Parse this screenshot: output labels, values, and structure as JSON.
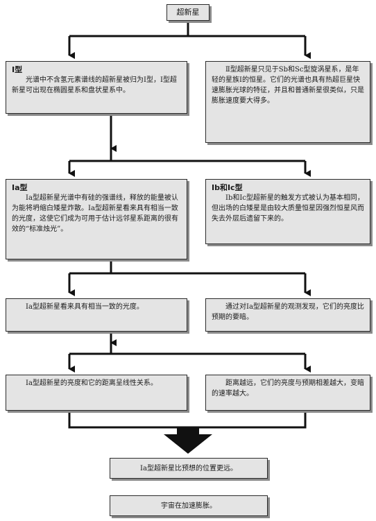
{
  "root": {
    "label": "超新星"
  },
  "type1": {
    "heading": "I型",
    "text": "光谱中不含氢元素谱线的超新星被归为Ⅰ型，Ⅰ型超新星可出现在椭圆星系和盘状星系中。"
  },
  "type2": {
    "heading": "",
    "text": "Ⅱ型超新星只见于Sb和Sc型旋涡星系，是年轻的星族Ⅰ的恒星。它们的光谱也具有热超巨星快速膨胀光球的特征，并且和普通新星很类似，只是膨胀速度要大得多。"
  },
  "type1a": {
    "heading": "Ⅰa型",
    "text": "Ⅰa型超新星光谱中有硅的强谱线，释放的能量被认为能将坍缩白矮星炸散。Ⅰa型超新星看来具有相当一致的光度，这使它们成为可用于估计远邻星系距离的很有效的“标准烛光”。"
  },
  "type1bc": {
    "heading": "Ⅰb和Ⅰc型",
    "text": "Ⅰb和Ⅰc型超新星的触发方式被认为基本相同，但出场的白矮星是由较大质量恒星因强烈恒星风而失去外层后遗留下来的。"
  },
  "ia_const": {
    "text": "Ⅰa型超新星看来具有相当一致的光度。"
  },
  "observation": {
    "text": "通过对Ⅰa型超新星的观测发现，它们的亮度比预期的要暗。"
  },
  "linear": {
    "text": "Ⅰa型超新星的亮度和它的距离呈线性关系。"
  },
  "distance": {
    "text": "距离越远，它们的亮度与预期相差越大，变暗的速率越大。"
  },
  "farther": {
    "text": "Ⅰa型超新星比预想的位置更远。"
  },
  "conclusion": {
    "text": "宇宙在加速膨胀。"
  }
}
